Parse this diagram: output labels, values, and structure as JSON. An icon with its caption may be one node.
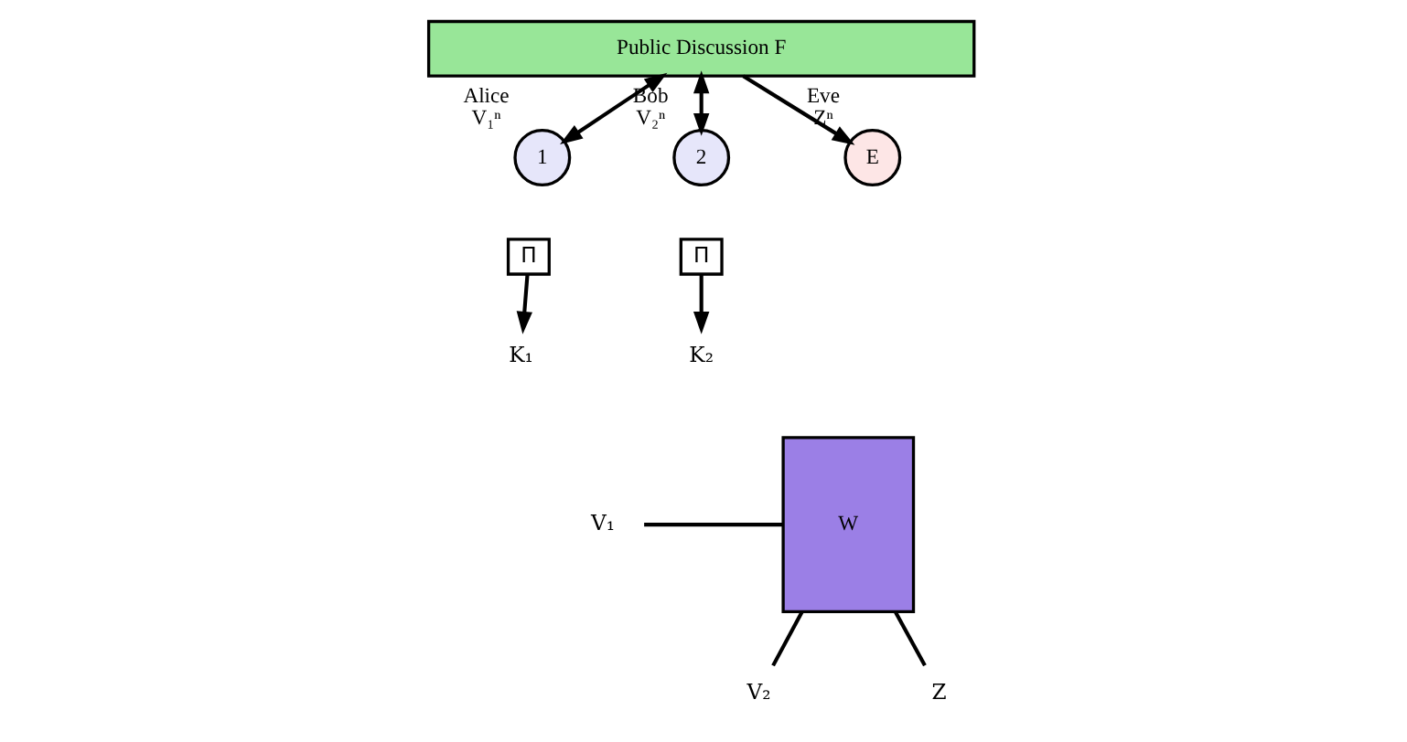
{
  "diagram": {
    "nodes": [
      {
        "text": [
          "Public Discussion F"
        ]
      },
      {
        "text": [
          "1"
        ],
        "beside": [
          "Alice",
          "V₁ⁿ"
        ]
      },
      {
        "text": [
          "2"
        ],
        "beside": [
          "Bob",
          "V₂ⁿ"
        ]
      },
      {
        "text": [
          "E"
        ],
        "beside": [
          "Eve",
          "Zⁿ"
        ]
      },
      {
        "text": [
          "Π"
        ]
      },
      {
        "text": [
          "K₁"
        ]
      },
      {
        "text": [
          "Π"
        ]
      },
      {
        "text": [
          "K₂"
        ]
      },
      {
        "text": [
          "V₁"
        ]
      },
      {
        "text": [
          "W"
        ]
      },
      {
        "text": [
          "V₂"
        ]
      },
      {
        "text": [
          "Z"
        ]
      }
    ],
    "edges": [
      {
        "from": 0,
        "to": 1,
        "arrow": "both"
      },
      {
        "from": 0,
        "to": 2,
        "arrow": "both"
      },
      {
        "from": 0,
        "to": 3,
        "arrow": "to"
      },
      {
        "from": 4,
        "to": 5,
        "arrow": "to"
      },
      {
        "from": 6,
        "to": 7,
        "arrow": "to"
      },
      {
        "from": 8,
        "to": 9,
        "arrow": "none"
      },
      {
        "from": 9,
        "to": 10,
        "arrow": "none"
      },
      {
        "from": 9,
        "to": 11,
        "arrow": "none"
      }
    ]
  }
}
